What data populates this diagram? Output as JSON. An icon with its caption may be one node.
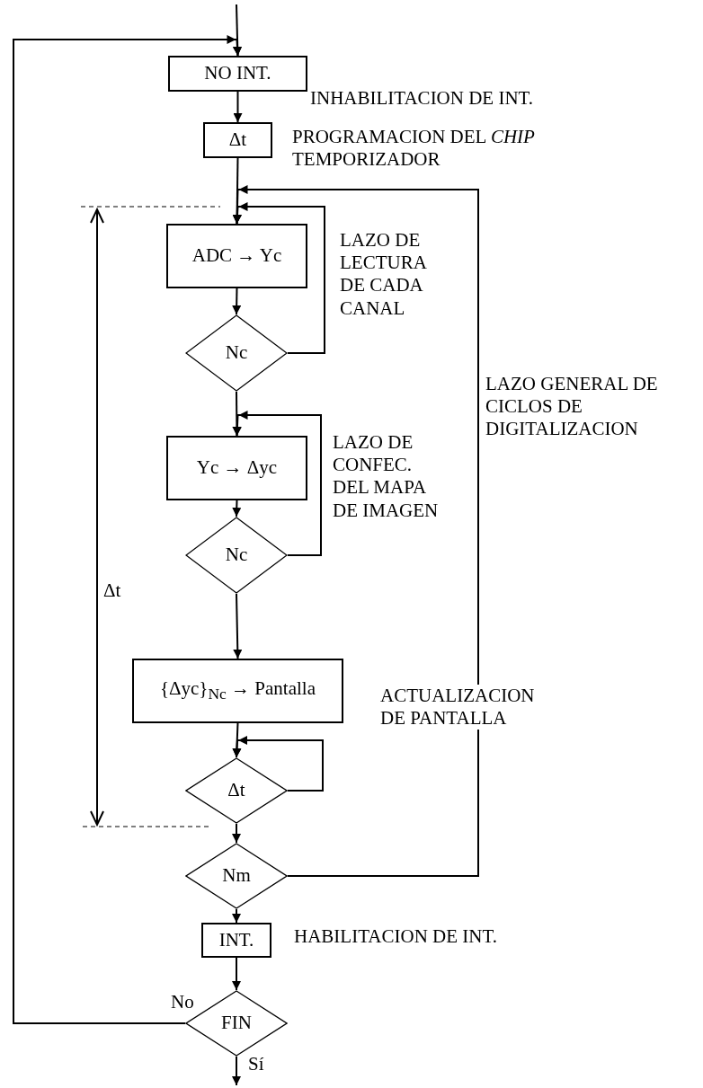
{
  "diagram": {
    "nodes": [
      {
        "text": [
          "NO INT."
        ],
        "beside": [
          "INHABILITACION DE INT."
        ]
      },
      {
        "text": [
          "Δt"
        ],
        "beside": [
          "PROGRAMACION DEL *CHIP* TEMPORIZADOR"
        ]
      },
      {
        "text": [
          "ADC → Yc"
        ]
      },
      {
        "text": [
          "Nc"
        ]
      },
      {
        "text": [
          "Yc → Δyc"
        ]
      },
      {
        "text": [
          "Nc"
        ]
      },
      {
        "text": [
          "{Δyc}$_{Nc}$ → Pantalla"
        ],
        "beside": [
          "ACTUALIZACION DE PANTALLA"
        ]
      },
      {
        "text": [
          "Δt"
        ]
      },
      {
        "text": [
          "Nm"
        ]
      },
      {
        "text": [
          "INT."
        ],
        "beside": [
          "HABILITACION DE INT."
        ]
      },
      {
        "text": [
          "FIN"
        ]
      }
    ],
    "edges": [
      {
        "from": null,
        "to": 0,
        "arrow": "to"
      },
      {
        "from": 0,
        "to": 1,
        "arrow": "to"
      },
      {
        "from": 1,
        "to": 2,
        "arrow": "to"
      },
      {
        "from": 2,
        "to": 3,
        "arrow": "to"
      },
      {
        "from": 3,
        "to": 2,
        "arrow": "to"
      },
      {
        "from": 3,
        "to": 4,
        "arrow": "to"
      },
      {
        "from": 4,
        "to": 5,
        "arrow": "to"
      },
      {
        "from": 5,
        "to": 4,
        "arrow": "to"
      },
      {
        "from": 5,
        "to": 6,
        "arrow": "to"
      },
      {
        "from": 6,
        "to": 7,
        "arrow": "to"
      },
      {
        "from": 7,
        "to": 7,
        "arrow": "to"
      },
      {
        "from": 7,
        "to": 8,
        "arrow": "to"
      },
      {
        "from": 8,
        "to": 2,
        "arrow": "to"
      },
      {
        "from": 8,
        "to": 9,
        "arrow": "to"
      },
      {
        "from": 9,
        "to": 10,
        "arrow": "to"
      },
      {
        "from": 10,
        "to": 0,
        "arrow": "to",
        "label": "No"
      },
      {
        "from": 10,
        "to": null,
        "arrow": "to",
        "label": "Sí"
      }
    ],
    "labels": [
      "LAZO DE LECTURA DE CADA CANAL",
      "LAZO DE CONFEC. DEL MAPA DE IMAGEN",
      "LAZO GENERAL DE CICLOS DE DIGITALIZACION",
      "Δt"
    ]
  }
}
